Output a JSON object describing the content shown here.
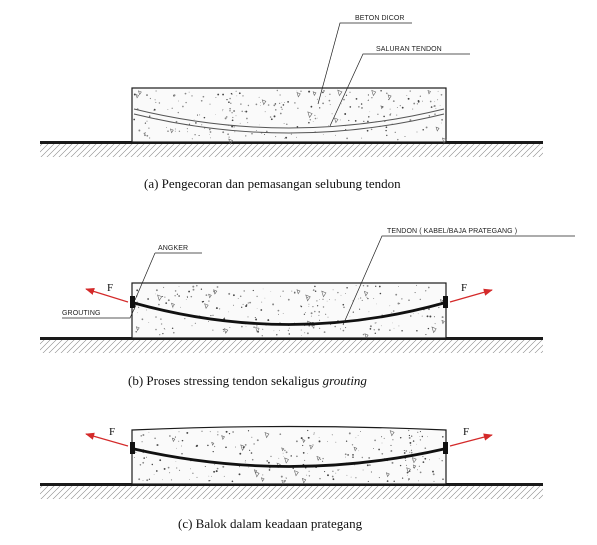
{
  "panels": [
    {
      "id": "a",
      "labels": {
        "concrete": "BETON DICOR",
        "duct": "SALURAN TENDON"
      },
      "caption": "(a)  Pengecoran dan pemasangan selubung tendon"
    },
    {
      "id": "b",
      "labels": {
        "anchor": "ANGKER",
        "grouting": "GROUTING",
        "tendon": "TENDON ( KABEL/BAJA PRATEGANG )"
      },
      "force": "F",
      "caption_prefix": "(b)  Proses stressing tendon sekaligus ",
      "caption_italic": "grouting"
    },
    {
      "id": "c",
      "force": "F",
      "caption": "(c)  Balok dalam keadaan prategang"
    }
  ],
  "colors": {
    "force_arrow": "#d42a2a",
    "line": "#1a1a1a",
    "duct": "#555555"
  }
}
